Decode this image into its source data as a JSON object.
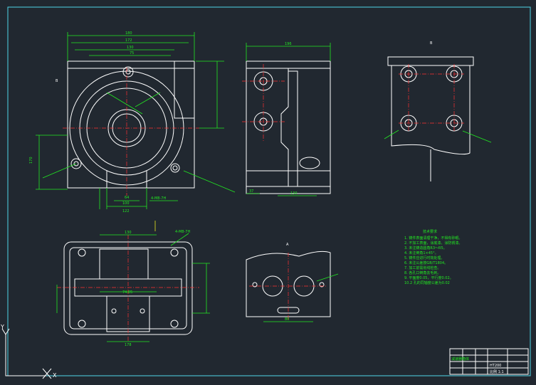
{
  "views": {
    "view_b_label": "B",
    "view_a_label": "A"
  },
  "dimensions": {
    "top_overall": "180",
    "top_second": "172",
    "top_third": "130",
    "top_fourth": "75",
    "side_width": "196",
    "side_bottom_left": "37",
    "side_bottom_mid": "130",
    "left_height": "170",
    "front_bottom_1": "64",
    "front_bottom_2": "100",
    "front_bottom_3": "122",
    "plan_top": "130",
    "plan_bottom_mid": "74.05",
    "plan_bottom": "178",
    "view_a_bottom": "80",
    "holes_label": "4-M8-7H",
    "holes_label_2": "4-M8-7H"
  },
  "tech_notes": {
    "title": "技术要求",
    "items": [
      "1. 铸件表面清理干净，不得有砂眼。",
      "2. 不加工表面，涂底漆。涂防锈漆。",
      "3. 未注铸造圆角R3～R5。",
      "4. 未注倒角1×45°。",
      "5. 铸件应进行时效处理。",
      "6. 未注公差按GB/T1804。",
      "7. 加工前需划线检查。",
      "8. 各孔口倒角去毛刺。",
      "9. 平面度0.05，平行度0.02。",
      "10.2 孔的同轴度公差为0.02"
    ]
  },
  "title_block": {
    "row1": "减速器箱体",
    "row2": "HT200",
    "row3": "比例 1:1"
  },
  "ucs": {
    "x_label": "X",
    "y_label": "Y"
  }
}
